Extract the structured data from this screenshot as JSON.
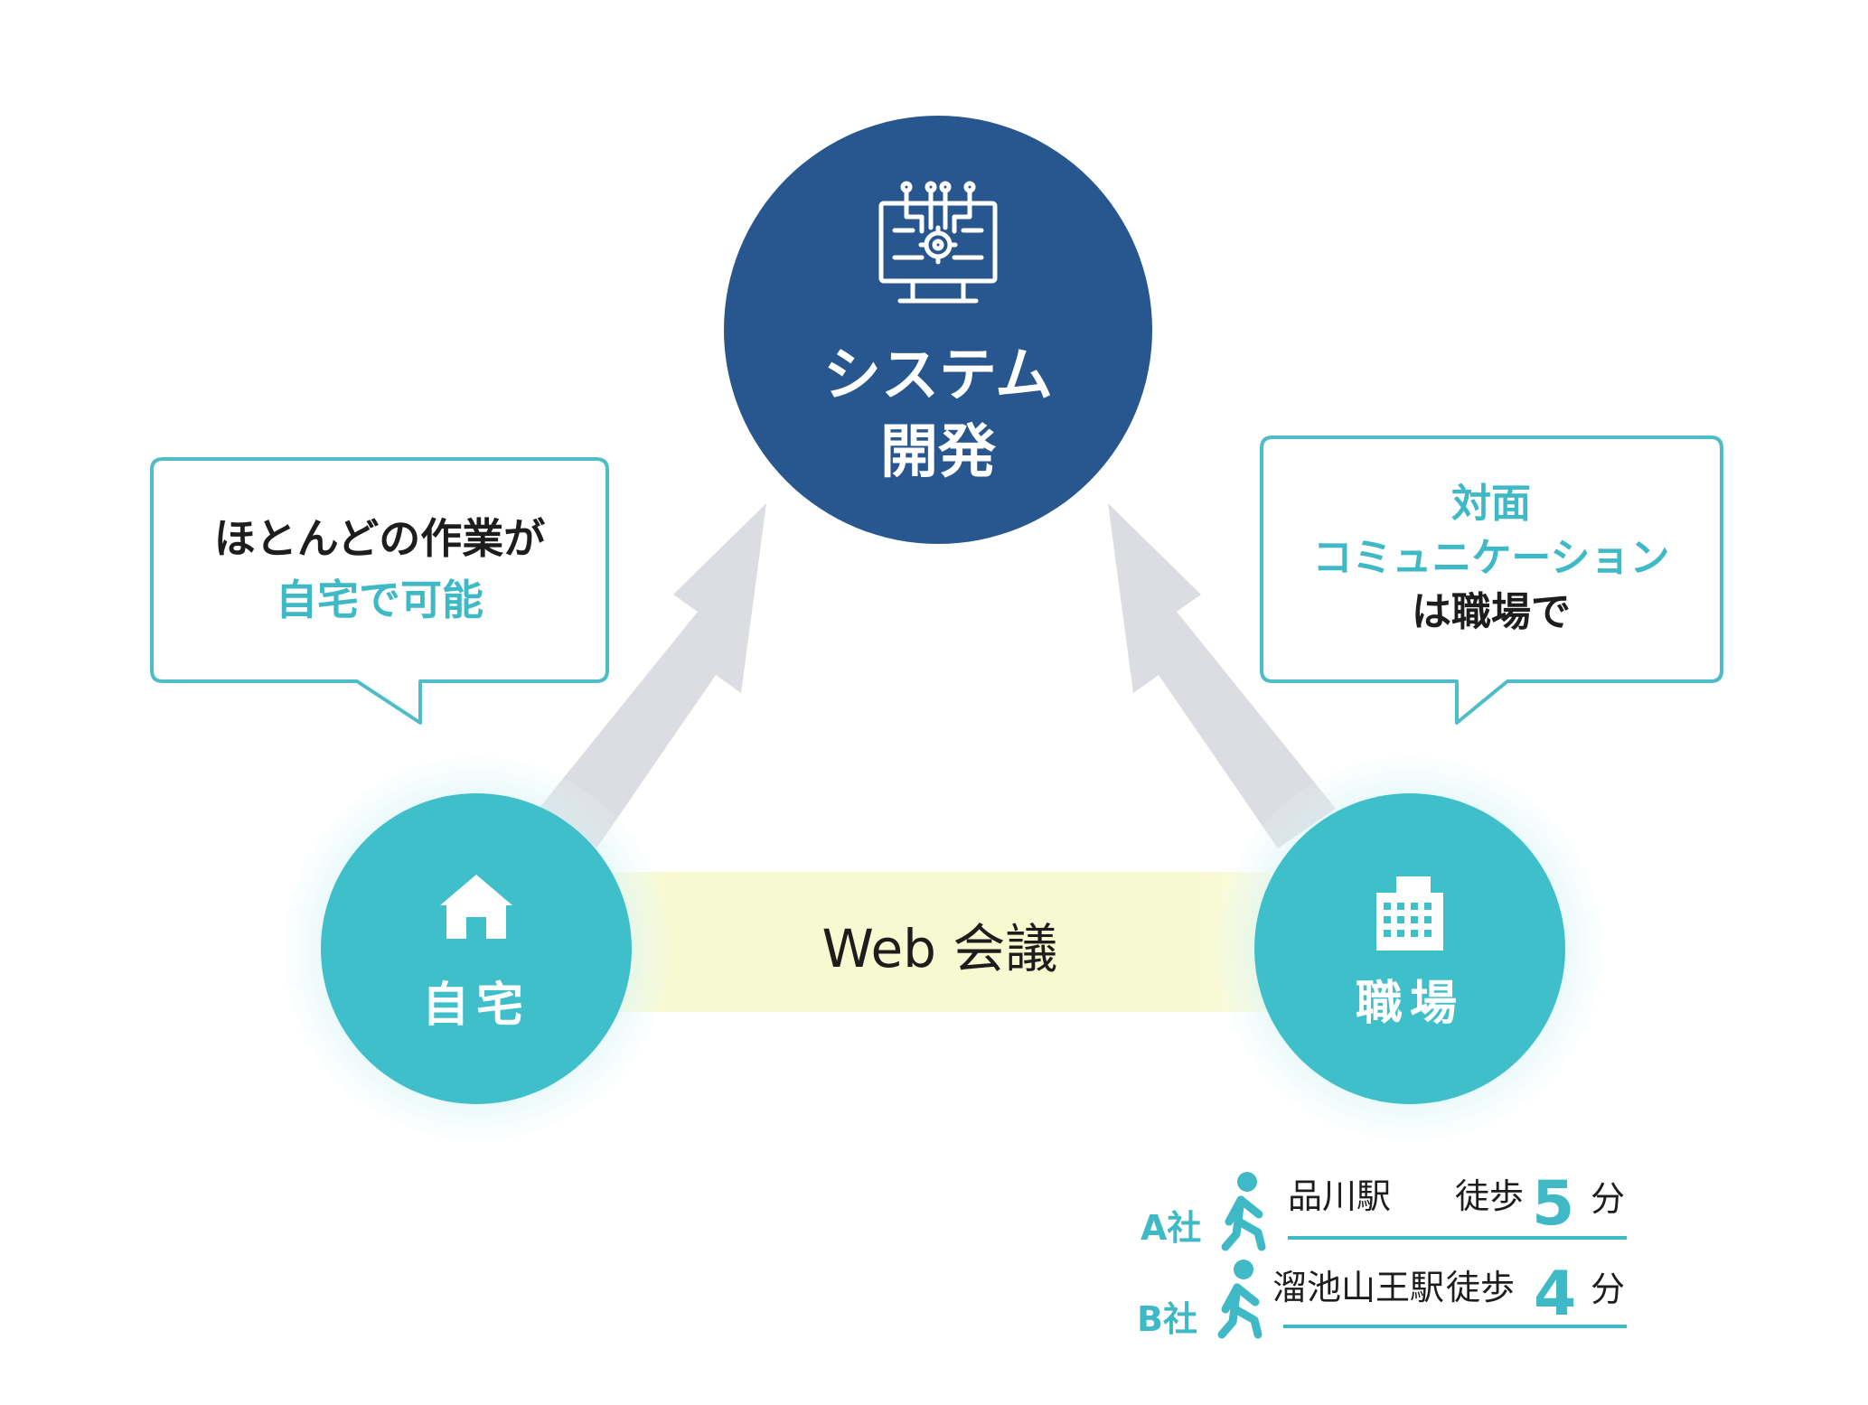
{
  "colors": {
    "navy": "#28568f",
    "teal": "#3fbfc9",
    "teal_text": "#3fb9c6",
    "arrow_gray": "#dcdde2",
    "web_band": "#f7f9d0",
    "text_dark": "#1d1d1d"
  },
  "center_node": {
    "icon": "monitor-circuit-gear-icon",
    "line1": "システム",
    "line2": "開発"
  },
  "home_node": {
    "icon": "house-icon",
    "label": "自宅"
  },
  "office_node": {
    "icon": "office-building-icon",
    "label": "職場"
  },
  "connector": {
    "label": "Web 会議"
  },
  "left_bubble": {
    "line1": "ほとんどの作業が",
    "line2": "自宅で可能"
  },
  "right_bubble": {
    "line1": "対面",
    "line2": "コミュニケーション",
    "line3": "は職場で"
  },
  "access": [
    {
      "company": "A社",
      "icon": "walking-person-icon",
      "station": "品川駅",
      "walk": "徒歩",
      "minutes": "5",
      "unit": "分"
    },
    {
      "company": "B社",
      "icon": "walking-person-icon",
      "station": "溜池山王駅",
      "walk": "徒歩",
      "minutes": "4",
      "unit": "分"
    }
  ]
}
